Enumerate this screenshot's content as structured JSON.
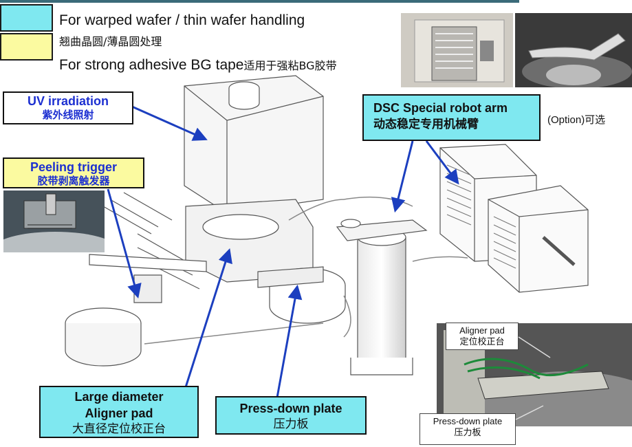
{
  "legend": {
    "cyan_label": "For warped wafer / thin wafer handling",
    "cyan_label_cn": "翘曲晶圆/薄晶圆处理",
    "yellow_label": "For strong adhesive BG tape",
    "yellow_label_cn": "适用于强粘BG胶带"
  },
  "callouts": {
    "uv": {
      "title": "UV irradiation",
      "title_cn": "紫外线照射"
    },
    "peeling": {
      "title": "Peeling trigger",
      "title_cn": "胶带剥离触发器"
    },
    "dsc": {
      "title": "DSC Special robot arm",
      "title_cn": "动态稳定专用机械臂"
    },
    "option": "(Option)可选",
    "aligner_large": {
      "line1": "Large diameter",
      "line2": "Aligner pad",
      "cn": "大直径定位校正台"
    },
    "press_down": {
      "title": "Press-down plate",
      "cn": "压力板"
    },
    "photo_aligner": {
      "title": "Aligner pad",
      "cn": "定位校正台"
    },
    "photo_press": {
      "title": "Press-down plate",
      "cn": "压力板"
    }
  },
  "colors": {
    "cyan": "#7fe8f0",
    "yellow": "#fbfaa0",
    "arrow_blue": "#1c3fbf",
    "topbar": "#3b6b79"
  }
}
